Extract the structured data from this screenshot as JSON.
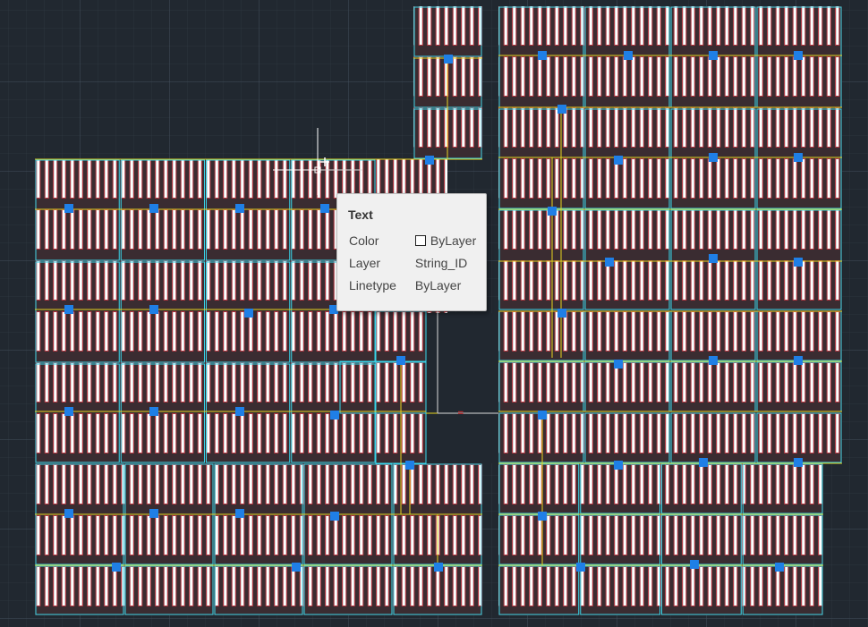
{
  "app": {
    "view": "model space"
  },
  "colors": {
    "background": "#212830",
    "grid": "#465462",
    "module_bg": "#3a2c31",
    "cell_stripe": "#ffffff",
    "cell_outline": "#ff3c4a",
    "block_border": "#38d3e8",
    "string_wire": "#e6d31e",
    "grip": "#1f7fe6",
    "crosshair": "#ffffff"
  },
  "tooltip": {
    "title": "Text",
    "rows": [
      {
        "label": "Color",
        "value": "ByLayer",
        "swatch": "white-square-icon"
      },
      {
        "label": "Layer",
        "value": "String_ID"
      },
      {
        "label": "Linetype",
        "value": "ByLayer"
      }
    ]
  }
}
